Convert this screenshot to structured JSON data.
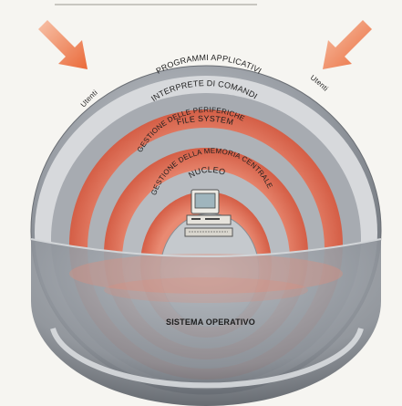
{
  "diagram": {
    "layers": {
      "users_left": "Utenti",
      "users_right": "Utenti",
      "applications": "PROGRAMMI APPLICATIVI",
      "command_interpreter": "INTERPRETE DI COMANDI",
      "file_system": "FILE SYSTEM",
      "peripherals": "GESTIONE DELLE PERIFERICHE",
      "memory": "GESTIONE DELLA MEMORIA CENTRALE",
      "kernel": "NUCLEO",
      "operating_system": "SISTEMA OPERATIVO"
    },
    "colors": {
      "background": "#f6f5f1",
      "gray_shell": "#8f949b",
      "light_gray_ring": "#c9ccd0",
      "orange_ring": "#e0715a",
      "arrow": "#ee7b4f"
    },
    "icons": [
      "arrow-down-right-icon",
      "arrow-down-left-icon",
      "computer-icon"
    ]
  }
}
